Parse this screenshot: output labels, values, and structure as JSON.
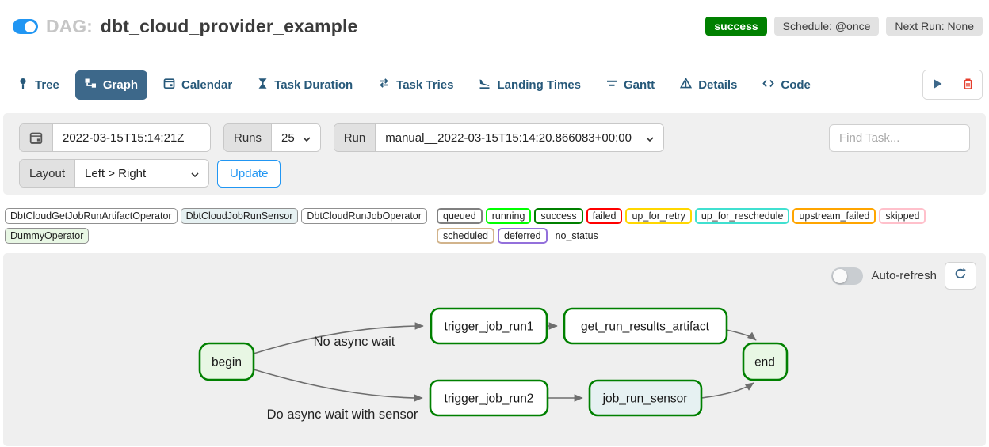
{
  "header": {
    "dag_prefix": "DAG:",
    "dag_id": "dbt_cloud_provider_example",
    "status_badge": "success",
    "schedule_badge": "Schedule: @once",
    "next_run_badge": "Next Run: None"
  },
  "tabs": [
    {
      "label": "Tree"
    },
    {
      "label": "Graph",
      "active": true
    },
    {
      "label": "Calendar"
    },
    {
      "label": "Task Duration"
    },
    {
      "label": "Task Tries"
    },
    {
      "label": "Landing Times"
    },
    {
      "label": "Gantt"
    },
    {
      "label": "Details"
    },
    {
      "label": "Code"
    }
  ],
  "filters": {
    "date_value": "2022-03-15T15:14:21Z",
    "runs_label": "Runs",
    "runs_value": "25",
    "run_label": "Run",
    "run_value": "manual__2022-03-15T15:14:20.866083+00:00",
    "find_task_placeholder": "Find Task...",
    "layout_label": "Layout",
    "layout_value": "Left > Right",
    "update_label": "Update"
  },
  "legend": {
    "operators": [
      {
        "label": "DbtCloudGetJobRunArtifactOperator",
        "fill": "#ffffff"
      },
      {
        "label": "DbtCloudJobRunSensor",
        "fill": "#e6f1f2"
      },
      {
        "label": "DbtCloudRunJobOperator",
        "fill": "#ffffff"
      },
      {
        "label": "DummyOperator",
        "fill": "#e8f7e4"
      }
    ],
    "statuses": [
      {
        "label": "queued",
        "color": "#808080"
      },
      {
        "label": "running",
        "color": "#00ff00"
      },
      {
        "label": "success",
        "color": "#008000"
      },
      {
        "label": "failed",
        "color": "#ff0000"
      },
      {
        "label": "up_for_retry",
        "color": "#ffd700"
      },
      {
        "label": "up_for_reschedule",
        "color": "#40e0d0"
      },
      {
        "label": "upstream_failed",
        "color": "#ffa500"
      },
      {
        "label": "skipped",
        "color": "#ffc0cb"
      },
      {
        "label": "scheduled",
        "color": "#d2b48c"
      },
      {
        "label": "deferred",
        "color": "#9370db"
      },
      {
        "label": "no_status",
        "color": "transparent"
      }
    ]
  },
  "graph": {
    "auto_refresh_label": "Auto-refresh",
    "nodes": [
      {
        "label": "begin",
        "fill": "#e8f7e4",
        "stroke": "#008000"
      },
      {
        "label": "trigger_job_run1",
        "fill": "#ffffff",
        "stroke": "#008000"
      },
      {
        "label": "get_run_results_artifact",
        "fill": "#ffffff",
        "stroke": "#008000"
      },
      {
        "label": "trigger_job_run2",
        "fill": "#ffffff",
        "stroke": "#008000"
      },
      {
        "label": "job_run_sensor",
        "fill": "#e6f1f2",
        "stroke": "#008000"
      },
      {
        "label": "end",
        "fill": "#e8f7e4",
        "stroke": "#008000"
      }
    ],
    "edge_labels": [
      "No async wait",
      "Do async wait with sensor"
    ]
  },
  "colors": {
    "accent_blue": "#2196f3",
    "tab_navy": "#27597a",
    "tab_active_bg": "#3d688a",
    "success_green": "#008000",
    "trash_red": "#e53d2c",
    "panel_grey": "#f0f0f0"
  }
}
